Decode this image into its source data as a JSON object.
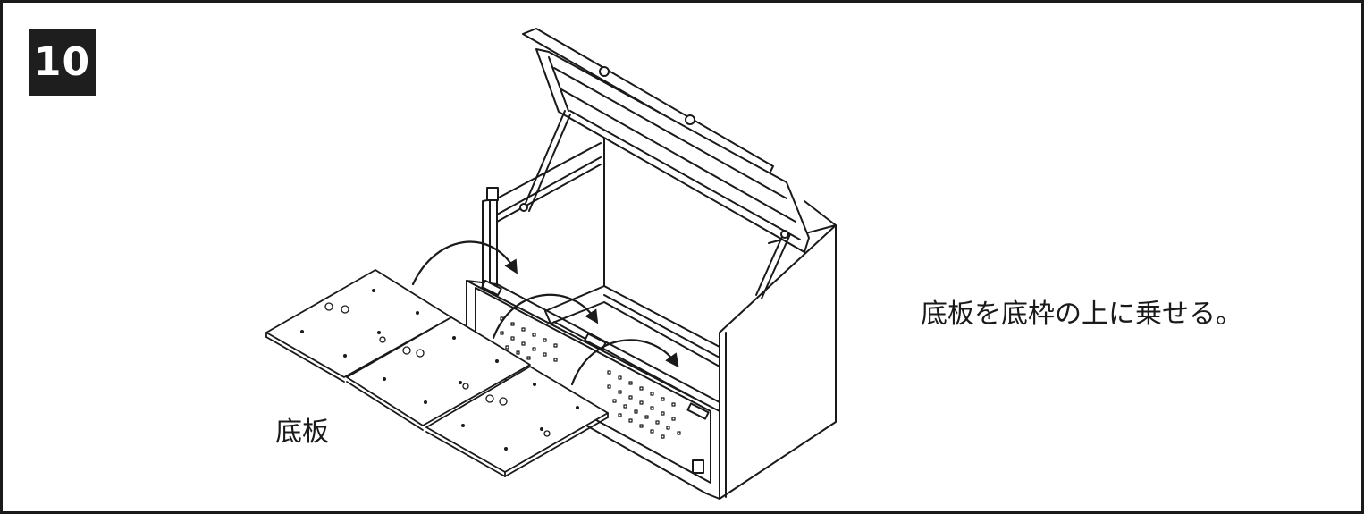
{
  "step": {
    "number": "10"
  },
  "labels": {
    "floor_board": "底板"
  },
  "instruction": {
    "text": "底板を底枠の上に乗せる。"
  },
  "colors": {
    "line": "#1a1a1a",
    "badge_bg": "#1e1e1e",
    "badge_fg": "#ffffff"
  }
}
